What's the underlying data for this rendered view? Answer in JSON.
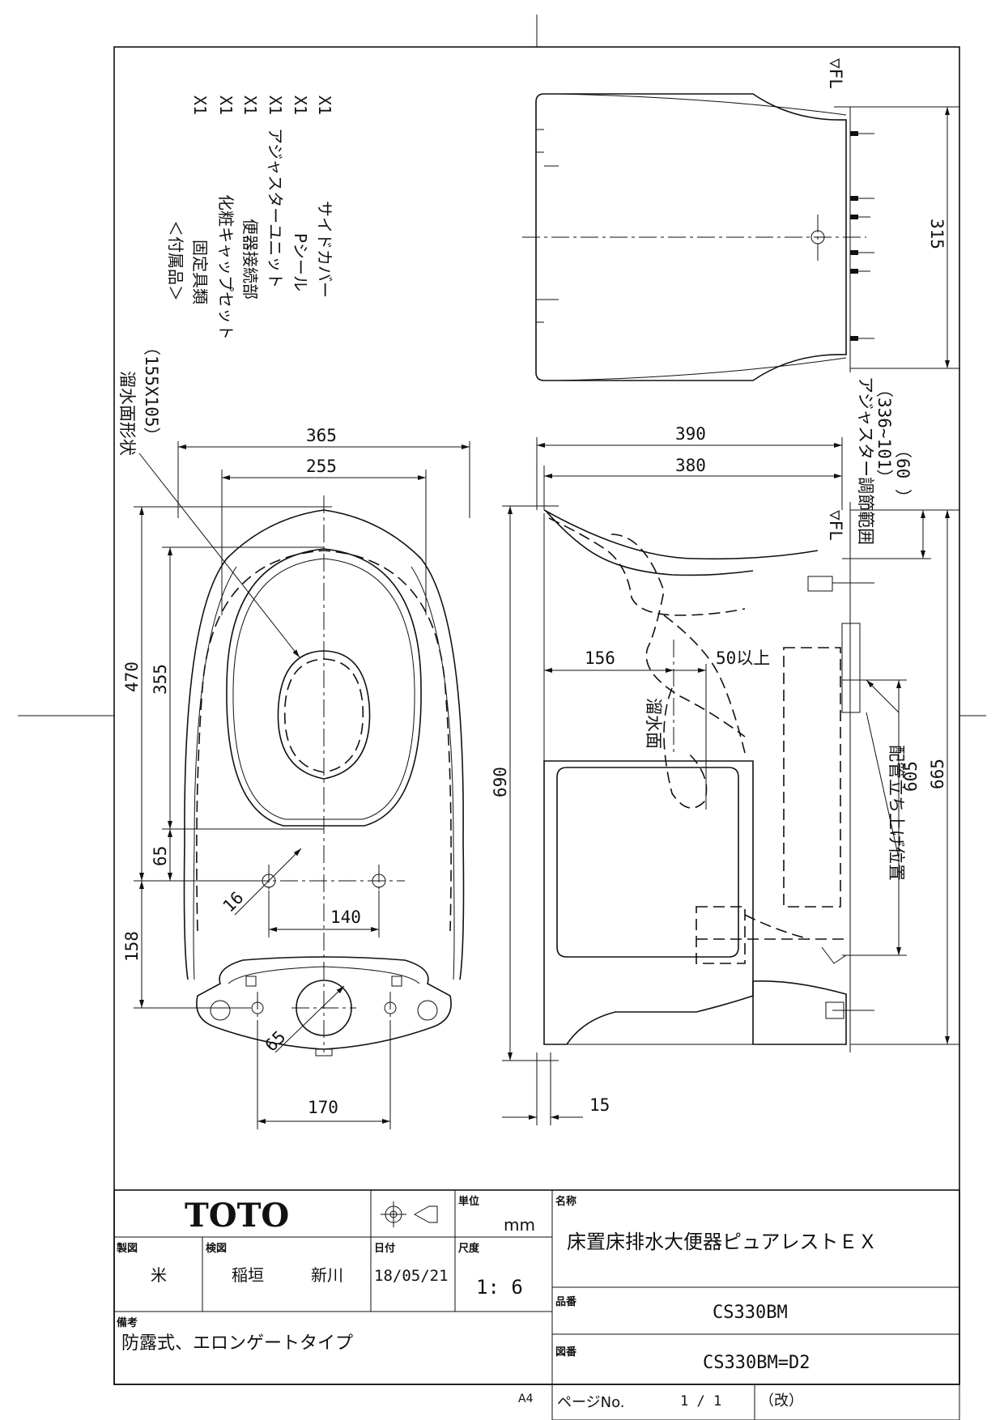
{
  "accessories": {
    "heading": "＜付属品＞",
    "items": [
      {
        "name": "固定具類",
        "qty": "X1"
      },
      {
        "name": "化粧キャップセット",
        "qty": "X1"
      },
      {
        "name": "便器接続部",
        "qty": "X1"
      },
      {
        "name": "アジャスターユニット",
        "qty": "X1"
      },
      {
        "name": "Pシール",
        "qty": "X1"
      },
      {
        "name": "サイドカバー",
        "qty": "X1"
      }
    ]
  },
  "labels": {
    "water_surface_shape": "溜水面形状",
    "water_surface_size": "（155X105）",
    "water_surface": "溜水面",
    "pipe_position": "配管立ち上げ位置",
    "adjuster_range": "アジャスター調節範囲",
    "adjuster_values": "（336~101）",
    "sixty": "（60 ）",
    "fl_top": "▽FL",
    "fl_side": "▽FL",
    "min50": "50以上"
  },
  "dims": {
    "d365": "365",
    "d255": "255",
    "d470": "470",
    "d355": "355",
    "d65a": "65",
    "d16": "16",
    "d140": "140",
    "d158": "158",
    "d65b": "65",
    "d170": "170",
    "d390": "390",
    "d380": "380",
    "d156": "156",
    "d690": "690",
    "d605": "605",
    "d665": "665",
    "d15": "15",
    "d315": "315"
  },
  "title_block": {
    "brand": "TOTO",
    "unit_label": "単位",
    "unit_value": "mm",
    "name_label": "名称",
    "name_value": "床置床排水大便器ピュアレストＥＸ",
    "drawn_label": "製図",
    "drawn_value": "米",
    "checked_label": "検図",
    "checked_value1": "稲垣",
    "checked_value2": "新川",
    "date_label": "日付",
    "date_value": "18/05/21",
    "scale_label": "尺度",
    "scale_value": "1: 6",
    "part_label": "品番",
    "part_value": "CS330BM",
    "remarks_label": "備考",
    "remarks_value": "防露式、エロンゲートタイプ",
    "drawing_label": "図番",
    "drawing_value": "CS330BM=D2",
    "page_label": "ページNo.",
    "page_value": "1 / 1",
    "rev_label": "（改）",
    "paper_size": "A4"
  }
}
